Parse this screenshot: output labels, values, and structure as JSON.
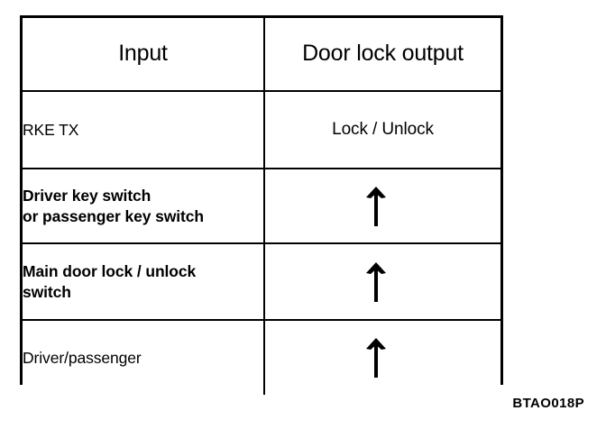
{
  "figure": {
    "caption": "BTAO018P",
    "columns": [
      "Input",
      "Door lock output"
    ],
    "rows": [
      {
        "input": "RKE TX",
        "output_type": "text",
        "output": "Lock / Unlock",
        "input_weight": "light"
      },
      {
        "input": "Driver key switch\nor passenger key switch",
        "output_type": "arrow",
        "output": "up-arrow",
        "input_weight": "bold"
      },
      {
        "input": "Main door lock / unlock\nswitch",
        "output_type": "arrow",
        "output": "up-arrow",
        "input_weight": "bold"
      },
      {
        "input": "Driver/passenger",
        "output_type": "arrow",
        "output": "up-arrow",
        "input_weight": "light"
      }
    ],
    "colors": {
      "ink": "#000000",
      "paper": "#ffffff"
    }
  }
}
